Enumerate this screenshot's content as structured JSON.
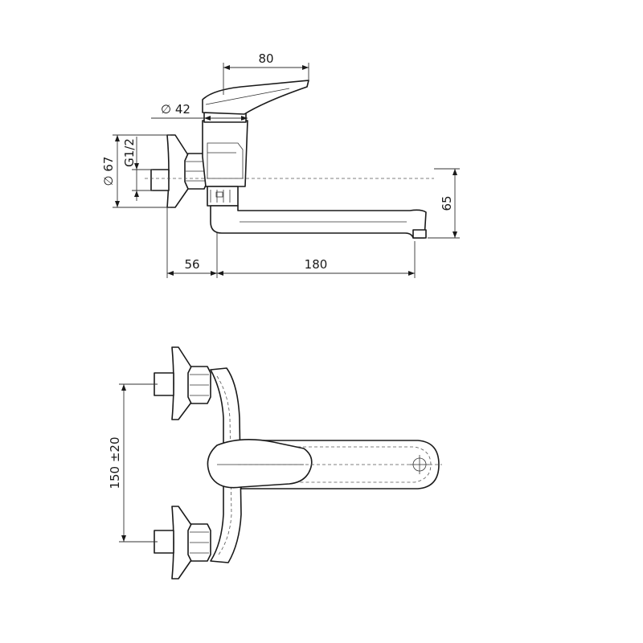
{
  "dimensions": {
    "lever_reach": "80",
    "body_diameter": "∅ 42",
    "flange_diameter": "∅ 67",
    "thread": "G1/2",
    "spout_height": "65",
    "wall_offset": "56",
    "spout_reach": "180",
    "connection_spacing": "150 ±20"
  },
  "colors": {
    "line": "#1a1a1a",
    "background": "#ffffff"
  }
}
